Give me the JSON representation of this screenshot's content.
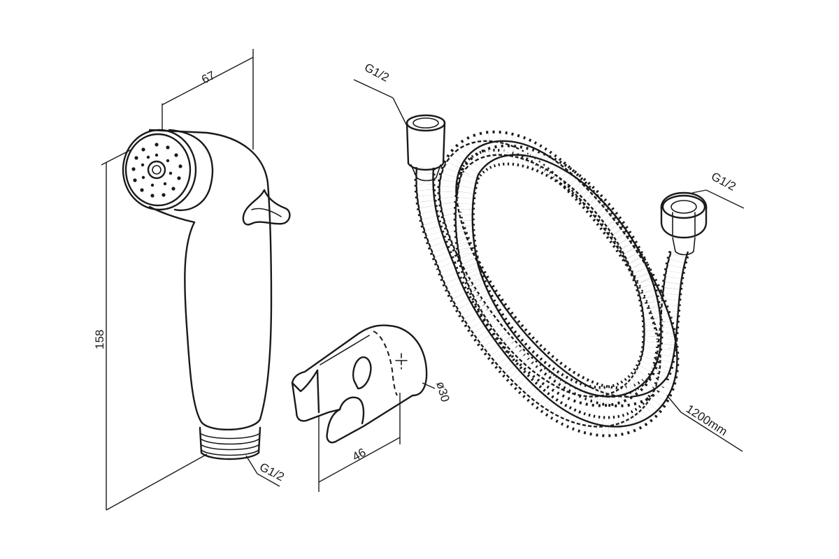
{
  "dimensions": {
    "sprayer_width": "67",
    "sprayer_height": "158",
    "sprayer_thread": "G1/2",
    "holder_width": "46",
    "holder_diameter": "ø30",
    "hose_end_top": "G1/2",
    "hose_end_right": "G1/2",
    "hose_length": "1200mm"
  }
}
